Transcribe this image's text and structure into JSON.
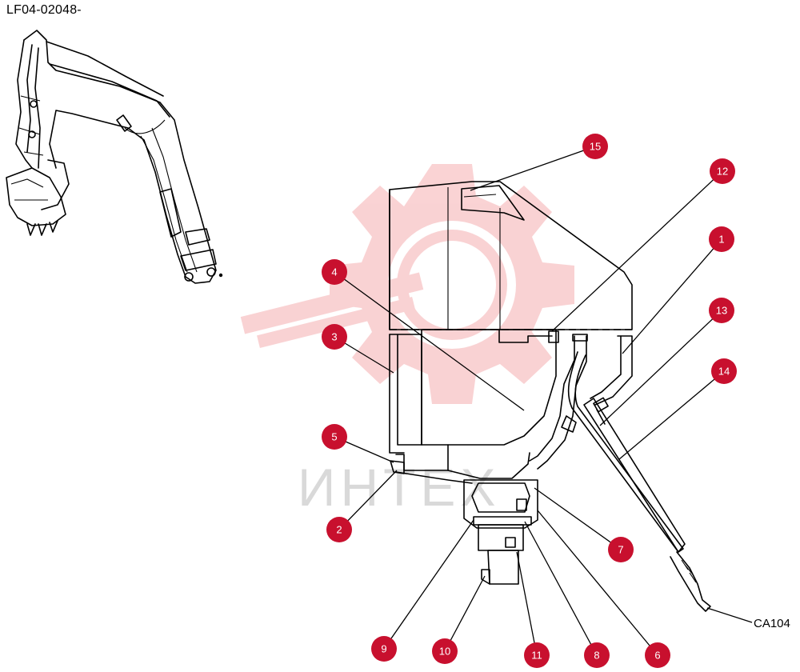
{
  "document": {
    "code": "LF04-02048-",
    "connector_label": "CA104"
  },
  "watermark": {
    "text": "ИНТЕХ",
    "color": "#e8383d"
  },
  "callouts": [
    {
      "number": "1"
    },
    {
      "number": "2"
    },
    {
      "number": "3"
    },
    {
      "number": "4"
    },
    {
      "number": "5"
    },
    {
      "number": "6"
    },
    {
      "number": "7"
    },
    {
      "number": "8"
    },
    {
      "number": "9"
    },
    {
      "number": "10"
    },
    {
      "number": "11"
    },
    {
      "number": "12"
    },
    {
      "number": "13"
    },
    {
      "number": "14"
    },
    {
      "number": "15"
    }
  ],
  "colors": {
    "callout_fill": "#c8102e",
    "callout_text": "#ffffff",
    "line": "#000000"
  }
}
